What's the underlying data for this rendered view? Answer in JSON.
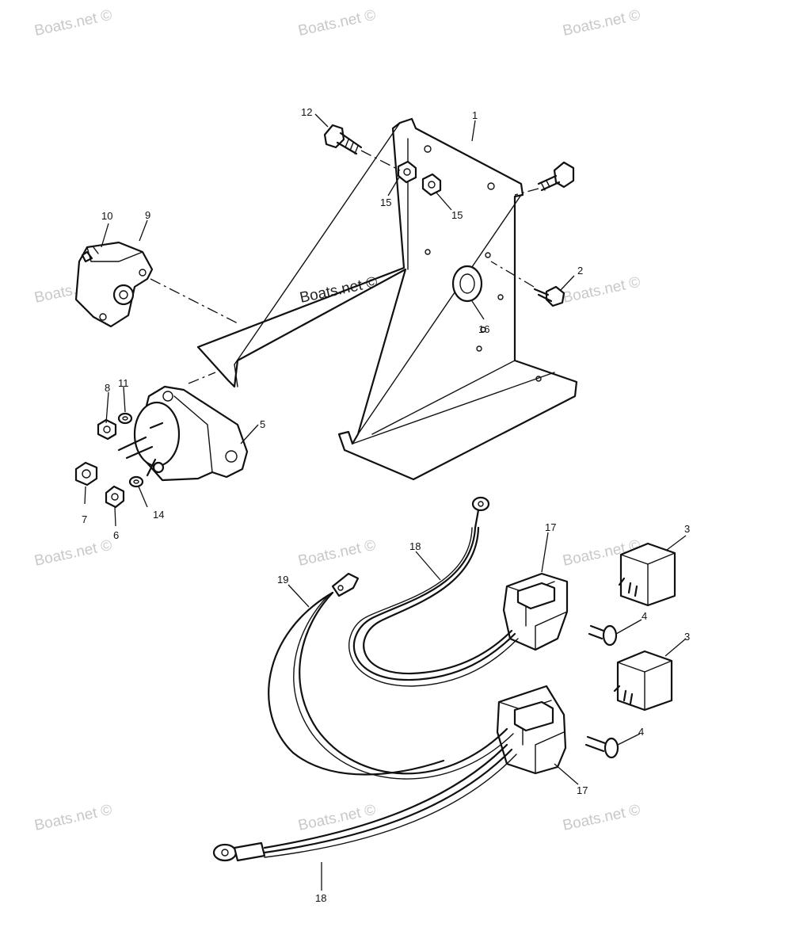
{
  "watermark": {
    "text": "Boats.net ©"
  },
  "callouts": {
    "c1": "1",
    "c2": "2",
    "c3a": "3",
    "c3b": "3",
    "c4a": "4",
    "c4b": "4",
    "c5": "5",
    "c6": "6",
    "c7": "7",
    "c8": "8",
    "c9": "9",
    "c10": "10",
    "c11": "11",
    "c12": "12",
    "c14": "14",
    "c15a": "15",
    "c15b": "15",
    "c16": "16",
    "c17a": "17",
    "c17b": "17",
    "c18a": "18",
    "c18b": "18",
    "c19": "19"
  }
}
